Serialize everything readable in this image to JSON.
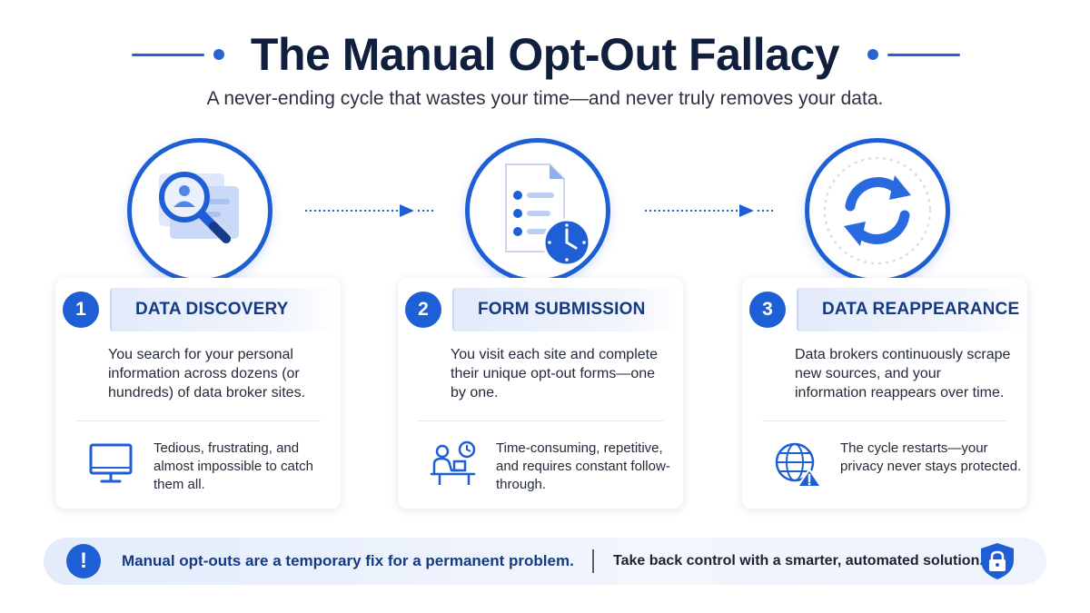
{
  "title": "The Manual Opt-Out Fallacy",
  "subtitle": "A never-ending cycle that wastes your time—and never truly removes your data.",
  "colors": {
    "accent": "#1f5fd6",
    "title": "#0f1f3d",
    "header_text": "#163a82"
  },
  "steps": [
    {
      "number": "1",
      "header": "DATA DISCOVERY",
      "icon": "magnifier-profile-icon",
      "description": "You search for your personal information across dozens (or hundreds) of data broker sites.",
      "sub_icon": "monitor-icon",
      "sub_text": "Tedious, frustrating, and almost impossible to catch them all."
    },
    {
      "number": "2",
      "header": "FORM SUBMISSION",
      "icon": "document-clock-icon",
      "description": "You visit each site and complete their unique opt-out forms—one by one.",
      "sub_icon": "person-at-desk-clock-icon",
      "sub_text": "Time-consuming, repetitive, and requires constant follow-through."
    },
    {
      "number": "3",
      "header": "DATA REAPPEARANCE",
      "icon": "refresh-cycle-icon",
      "description": "Data brokers continuously scrape new sources, and your information reappears over time.",
      "sub_icon": "globe-warning-icon",
      "sub_text": "The cycle restarts—your privacy never stays protected."
    }
  ],
  "banner": {
    "icon": "exclamation-icon",
    "icon_glyph": "!",
    "left_text": "Manual opt-outs are a temporary fix for a permanent problem.",
    "right_text": "Take back control with a smarter, automated solution.",
    "end_icon": "shield-lock-icon"
  }
}
